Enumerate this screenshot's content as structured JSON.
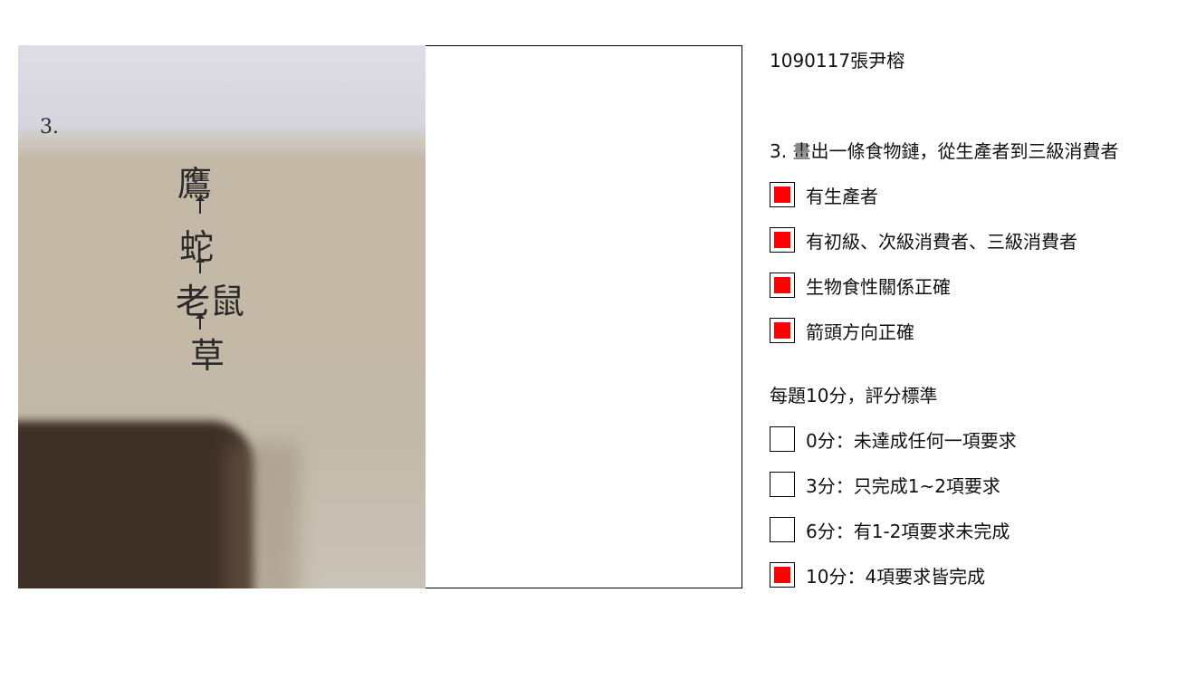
{
  "student": {
    "name": "1090117張尹榕"
  },
  "question": {
    "prompt": "3. 畫出一條食物鏈，從生產者到三級消費者",
    "criteria": [
      {
        "label": "有生產者",
        "checked": true
      },
      {
        "label": "有初級、次級消費者、三級消費者",
        "checked": true
      },
      {
        "label": "生物食性關係正確",
        "checked": true
      },
      {
        "label": "箭頭方向正確",
        "checked": true
      }
    ]
  },
  "scoring": {
    "heading": "每題10分，評分標準",
    "options": [
      {
        "label": "0分：未達成任何一項要求",
        "checked": false
      },
      {
        "label": "3分：只完成1~2項要求",
        "checked": false
      },
      {
        "label": "6分：有1-2項要求未完成",
        "checked": false
      },
      {
        "label": "10分：4項要求皆完成",
        "checked": true
      }
    ]
  },
  "photo": {
    "question_number": "3.",
    "handwriting": [
      "鷹",
      "蛇",
      "老鼠",
      "草"
    ]
  },
  "colors": {
    "check_fill": "#ff0000",
    "border": "#000000",
    "text": "#111111"
  }
}
